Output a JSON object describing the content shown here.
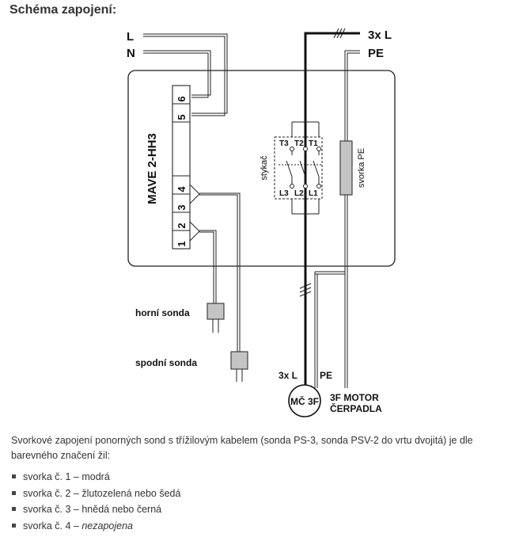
{
  "heading": "Schéma zapojení:",
  "diagram": {
    "supply_left": {
      "l": "L",
      "n": "N"
    },
    "supply_right": {
      "phase": "3x L",
      "pe": "PE"
    },
    "device_name": "MAVE 2-HH3",
    "terminals": [
      "6",
      "5",
      "4",
      "3",
      "2",
      "1"
    ],
    "contactor": {
      "label": "stykač",
      "top_terminals": [
        "T3",
        "T2",
        "T1"
      ],
      "bottom_terminals": [
        "L3",
        "L2",
        "L1"
      ]
    },
    "pe_terminal_label": "svorka PE",
    "probes": {
      "upper": "horní sonda",
      "lower": "spodní sonda"
    },
    "motor": {
      "phase_label": "3x L",
      "pe_label": "PE",
      "symbol": "MČ 3F",
      "title_line1": "3F MOTOR",
      "title_line2": "ČERPADLA"
    }
  },
  "description": "Svorkové zapojení ponorných sond s třížilovým kabelem (sonda PS-3, sonda PSV-2 do vrtu dvojitá) je dle barevného značení žil:",
  "wire_list": [
    {
      "text": "svorka č. 1 – modrá"
    },
    {
      "text": "svorka č. 2 – žlutozelená nebo šedá"
    },
    {
      "text": "svorka č. 3 – hnědá nebo černá"
    },
    {
      "text": "svorka č. 4 – ",
      "italic": "nezapojena"
    }
  ]
}
